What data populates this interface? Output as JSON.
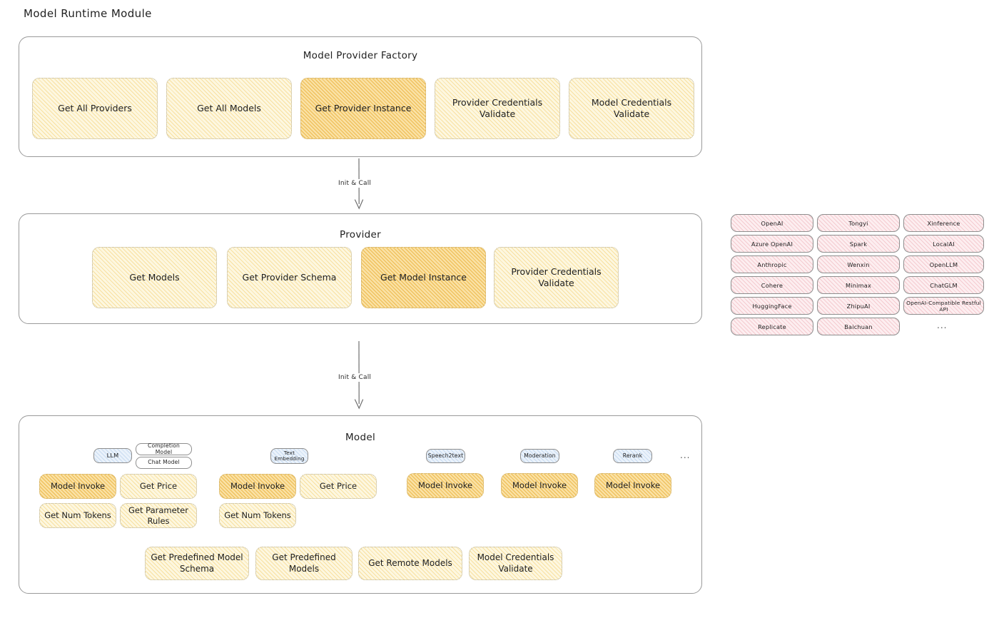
{
  "title": "Model Runtime Module",
  "factory": {
    "title": "Model Provider Factory",
    "nodes": [
      {
        "label": "Get All Providers",
        "highlight": false
      },
      {
        "label": "Get All Models",
        "highlight": false
      },
      {
        "label": "Get Provider Instance",
        "highlight": true
      },
      {
        "label": "Provider Credentials Validate",
        "highlight": false
      },
      {
        "label": "Model Credentials Validate",
        "highlight": false
      }
    ]
  },
  "connectors": {
    "factory_to_provider": "Init & Call",
    "provider_to_model": "Init & Call"
  },
  "provider": {
    "title": "Provider",
    "nodes": [
      {
        "label": "Get Models",
        "highlight": false
      },
      {
        "label": "Get Provider Schema",
        "highlight": false
      },
      {
        "label": "Get Model Instance",
        "highlight": true
      },
      {
        "label": "Provider Credentials Validate",
        "highlight": false
      }
    ]
  },
  "provider_list": {
    "columns": [
      [
        "OpenAI",
        "Azure OpenAI",
        "Anthropic",
        "Cohere",
        "HuggingFace",
        "Replicate"
      ],
      [
        "Tongyi",
        "Spark",
        "Wenxin",
        "Minimax",
        "ZhipuAI",
        "Baichuan"
      ],
      [
        "Xinference",
        "LocalAI",
        "OpenLLM",
        "ChatGLM",
        "OpenAI-Compatible Restful API"
      ]
    ],
    "more": "..."
  },
  "model": {
    "title": "Model",
    "more": "...",
    "types": [
      {
        "badge": "LLM",
        "sub_badges": [
          "Completion Model",
          "Chat Model"
        ],
        "methods": [
          {
            "label": "Model Invoke",
            "highlight": true
          },
          {
            "label": "Get Price",
            "highlight": false
          },
          {
            "label": "Get Num Tokens",
            "highlight": false
          },
          {
            "label": "Get Parameter Rules",
            "highlight": false
          }
        ]
      },
      {
        "badge": "Text Embedding",
        "sub_badges": [],
        "methods": [
          {
            "label": "Model Invoke",
            "highlight": true
          },
          {
            "label": "Get Price",
            "highlight": false
          },
          {
            "label": "Get Num Tokens",
            "highlight": false
          }
        ]
      },
      {
        "badge": "Speech2text",
        "sub_badges": [],
        "methods": [
          {
            "label": "Model Invoke",
            "highlight": true
          }
        ]
      },
      {
        "badge": "Moderation",
        "sub_badges": [],
        "methods": [
          {
            "label": "Model Invoke",
            "highlight": true
          }
        ]
      },
      {
        "badge": "Rerank",
        "sub_badges": [],
        "methods": [
          {
            "label": "Model Invoke",
            "highlight": true
          }
        ]
      }
    ],
    "common_methods": [
      {
        "label": "Get Predefined Model Schema",
        "highlight": false
      },
      {
        "label": "Get Predefined Models",
        "highlight": false
      },
      {
        "label": "Get Remote Models",
        "highlight": false
      },
      {
        "label": "Model Credentials Validate",
        "highlight": false
      }
    ]
  },
  "colors": {
    "node_fill": "#fdf7e0",
    "node_highlight": "#fae2a6",
    "chip_fill": "#fdeef0",
    "badge_fill": "#eaf2fb",
    "panel_border": "#9a9a9a"
  }
}
